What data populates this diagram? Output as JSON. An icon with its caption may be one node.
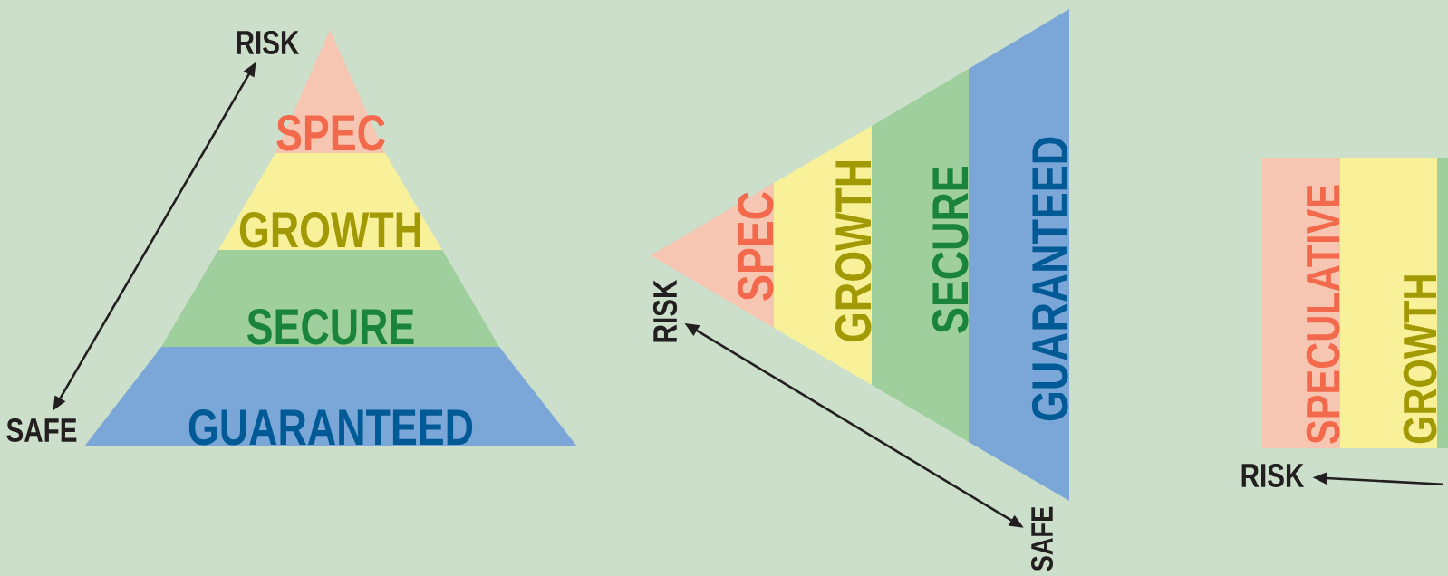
{
  "diagram": {
    "nodes": [
      {
        "text": [
          "RISK"
        ]
      },
      {
        "text": [
          "SPEC"
        ]
      },
      {
        "text": [
          "GROWTH"
        ]
      },
      {
        "text": [
          "SECURE"
        ]
      },
      {
        "text": [
          "GUARANTEED"
        ]
      },
      {
        "text": [
          "SAFE"
        ]
      },
      {
        "text": [
          "SPEC"
        ]
      },
      {
        "text": [
          "GROWTH"
        ]
      },
      {
        "text": [
          "SECURE"
        ]
      },
      {
        "text": [
          "GUARANTEED"
        ]
      },
      {
        "text": [
          "RISK"
        ]
      },
      {
        "text": [
          "SAFE"
        ]
      },
      {
        "text": [
          "SPECULATIVE"
        ]
      },
      {
        "text": [
          "GROWTH"
        ]
      },
      {
        "text": [],
        "shape": "box"
      },
      {
        "text": [
          "RISK"
        ]
      }
    ],
    "edges": [
      {
        "from": 5,
        "to": 0,
        "arrow": "both"
      },
      {
        "from": 10,
        "to": 11,
        "arrow": "both"
      },
      {
        "from": null,
        "to": 15,
        "arrow": "to"
      }
    ]
  }
}
